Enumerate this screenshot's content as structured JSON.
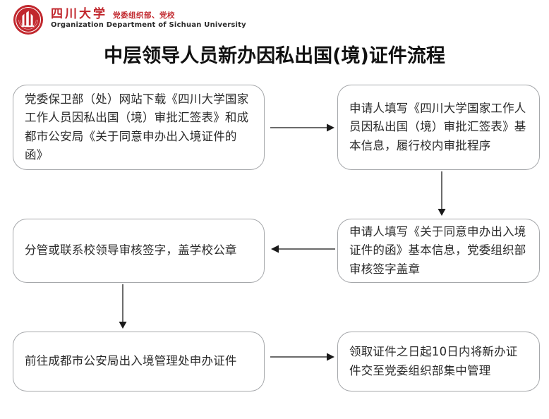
{
  "header": {
    "logo_icon": "sichuan-university-seal-icon",
    "university_name_cn": "四川大学",
    "department_cn": "党委组织部、党校",
    "department_en": "Organization Department of Sichuan University",
    "brand_color": "#c1272d"
  },
  "title": "中层领导人员新办因私出国(境)证件流程",
  "flowchart": {
    "box_border_color": "#a6a8ab",
    "arrow_color": "#3a3a3a",
    "steps": [
      {
        "id": 1,
        "text": "党委保卫部（处）网站下载《四川大学国家工作人员因私出国（境）审批汇签表》和成都市公安局《关于同意申办出入境证件的函》"
      },
      {
        "id": 2,
        "text": "申请人填写《四川大学国家工作人员因私出国（境）审批汇签表》基本信息，履行校内审批程序"
      },
      {
        "id": 3,
        "text": "申请人填写《关于同意申办出入境证件的函》基本信息，党委组织部审核签字盖章"
      },
      {
        "id": 4,
        "text": "分管或联系校领导审核签字，盖学校公章"
      },
      {
        "id": 5,
        "text": "前往成都市公安局出入境管理处申办证件"
      },
      {
        "id": 6,
        "text": "领取证件之日起10日内将新办证件交至党委组织部集中管理"
      }
    ],
    "connectors": [
      {
        "id": 1,
        "direction": "right",
        "from": 1,
        "to": 2
      },
      {
        "id": 2,
        "direction": "down",
        "from": 2,
        "to": 3
      },
      {
        "id": 3,
        "direction": "left",
        "from": 3,
        "to": 4
      },
      {
        "id": 4,
        "direction": "down",
        "from": 4,
        "to": 5
      },
      {
        "id": 5,
        "direction": "right",
        "from": 5,
        "to": 6
      }
    ]
  }
}
